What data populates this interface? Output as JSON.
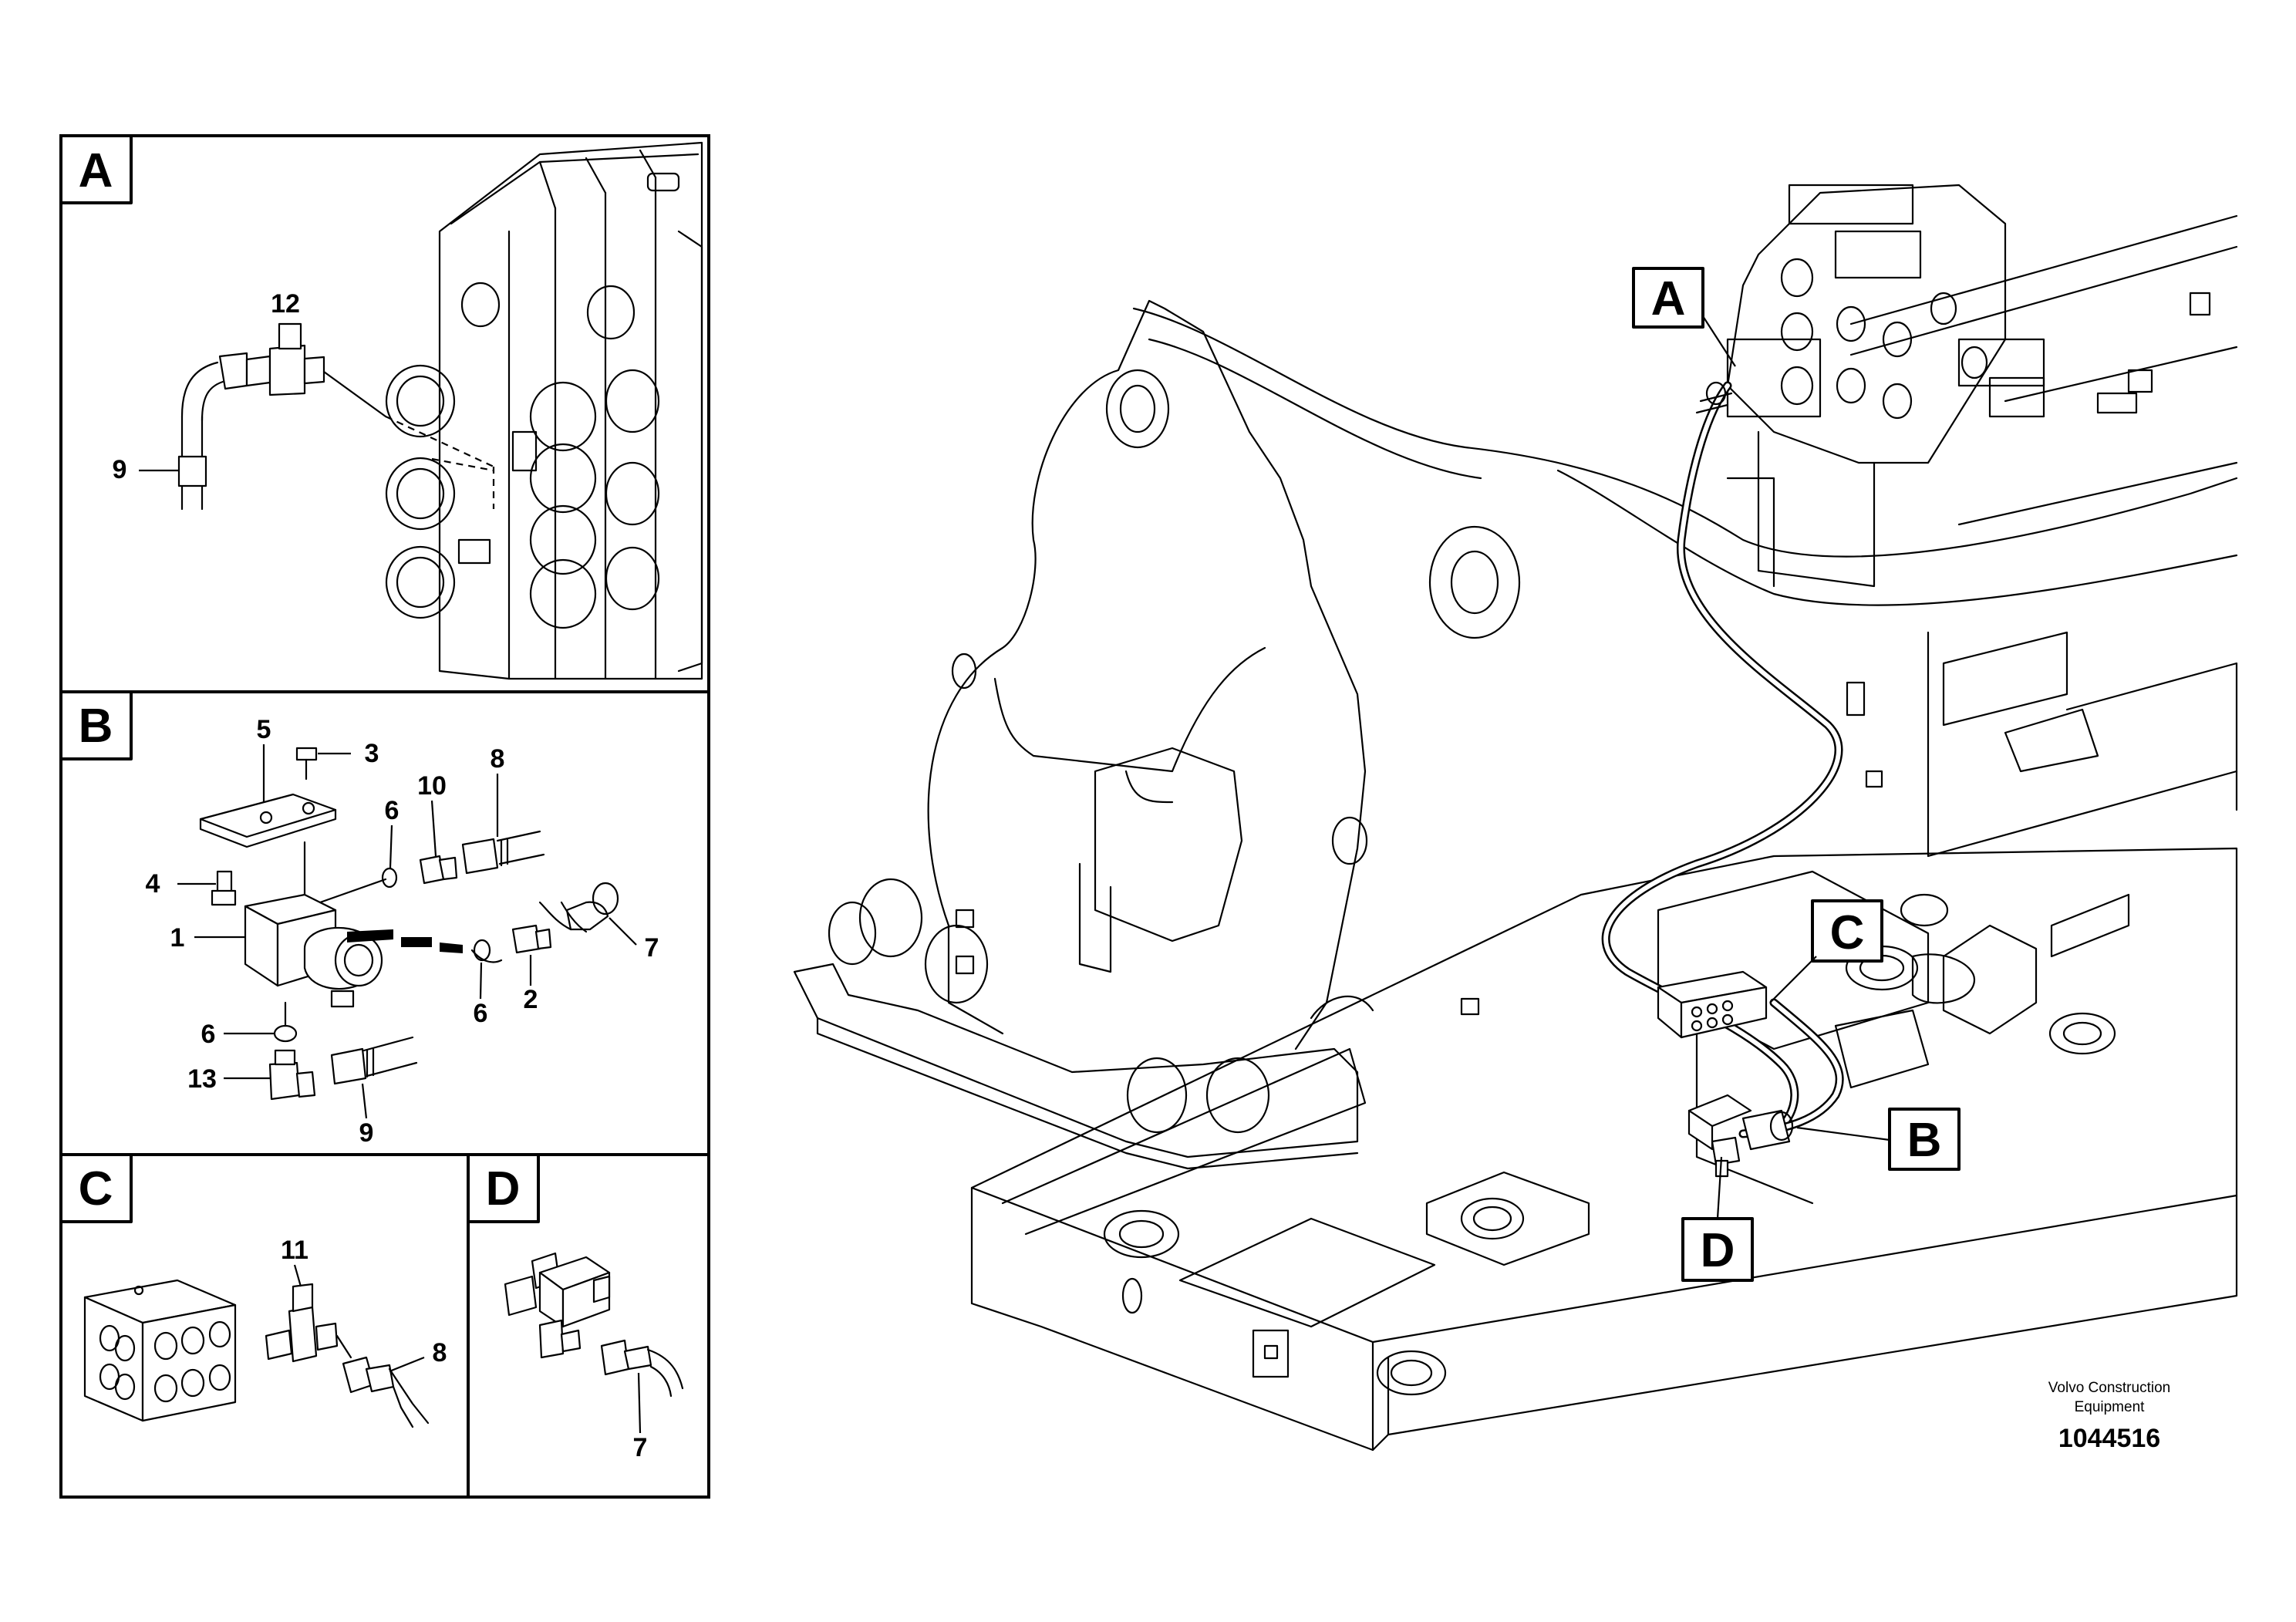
{
  "panels": {
    "A": {
      "letter": "A",
      "callouts": {
        "c12": "12",
        "c9": "9"
      }
    },
    "B": {
      "letter": "B",
      "callouts": {
        "c5": "5",
        "c3": "3",
        "c6a": "6",
        "c10": "10",
        "c8": "8",
        "c4": "4",
        "c1": "1",
        "c7": "7",
        "c6b": "6",
        "c2": "2",
        "c6c": "6",
        "c13": "13",
        "c9": "9"
      }
    },
    "C": {
      "letter": "C",
      "callouts": {
        "c11": "11",
        "c8": "8"
      }
    },
    "D": {
      "letter": "D",
      "callouts": {
        "c7": "7"
      }
    }
  },
  "main": {
    "markers": {
      "A": "A",
      "B": "B",
      "C": "C",
      "D": "D"
    }
  },
  "footer": {
    "credit_line1": "Volvo Construction",
    "credit_line2": "Equipment",
    "document_number": "1044516"
  }
}
